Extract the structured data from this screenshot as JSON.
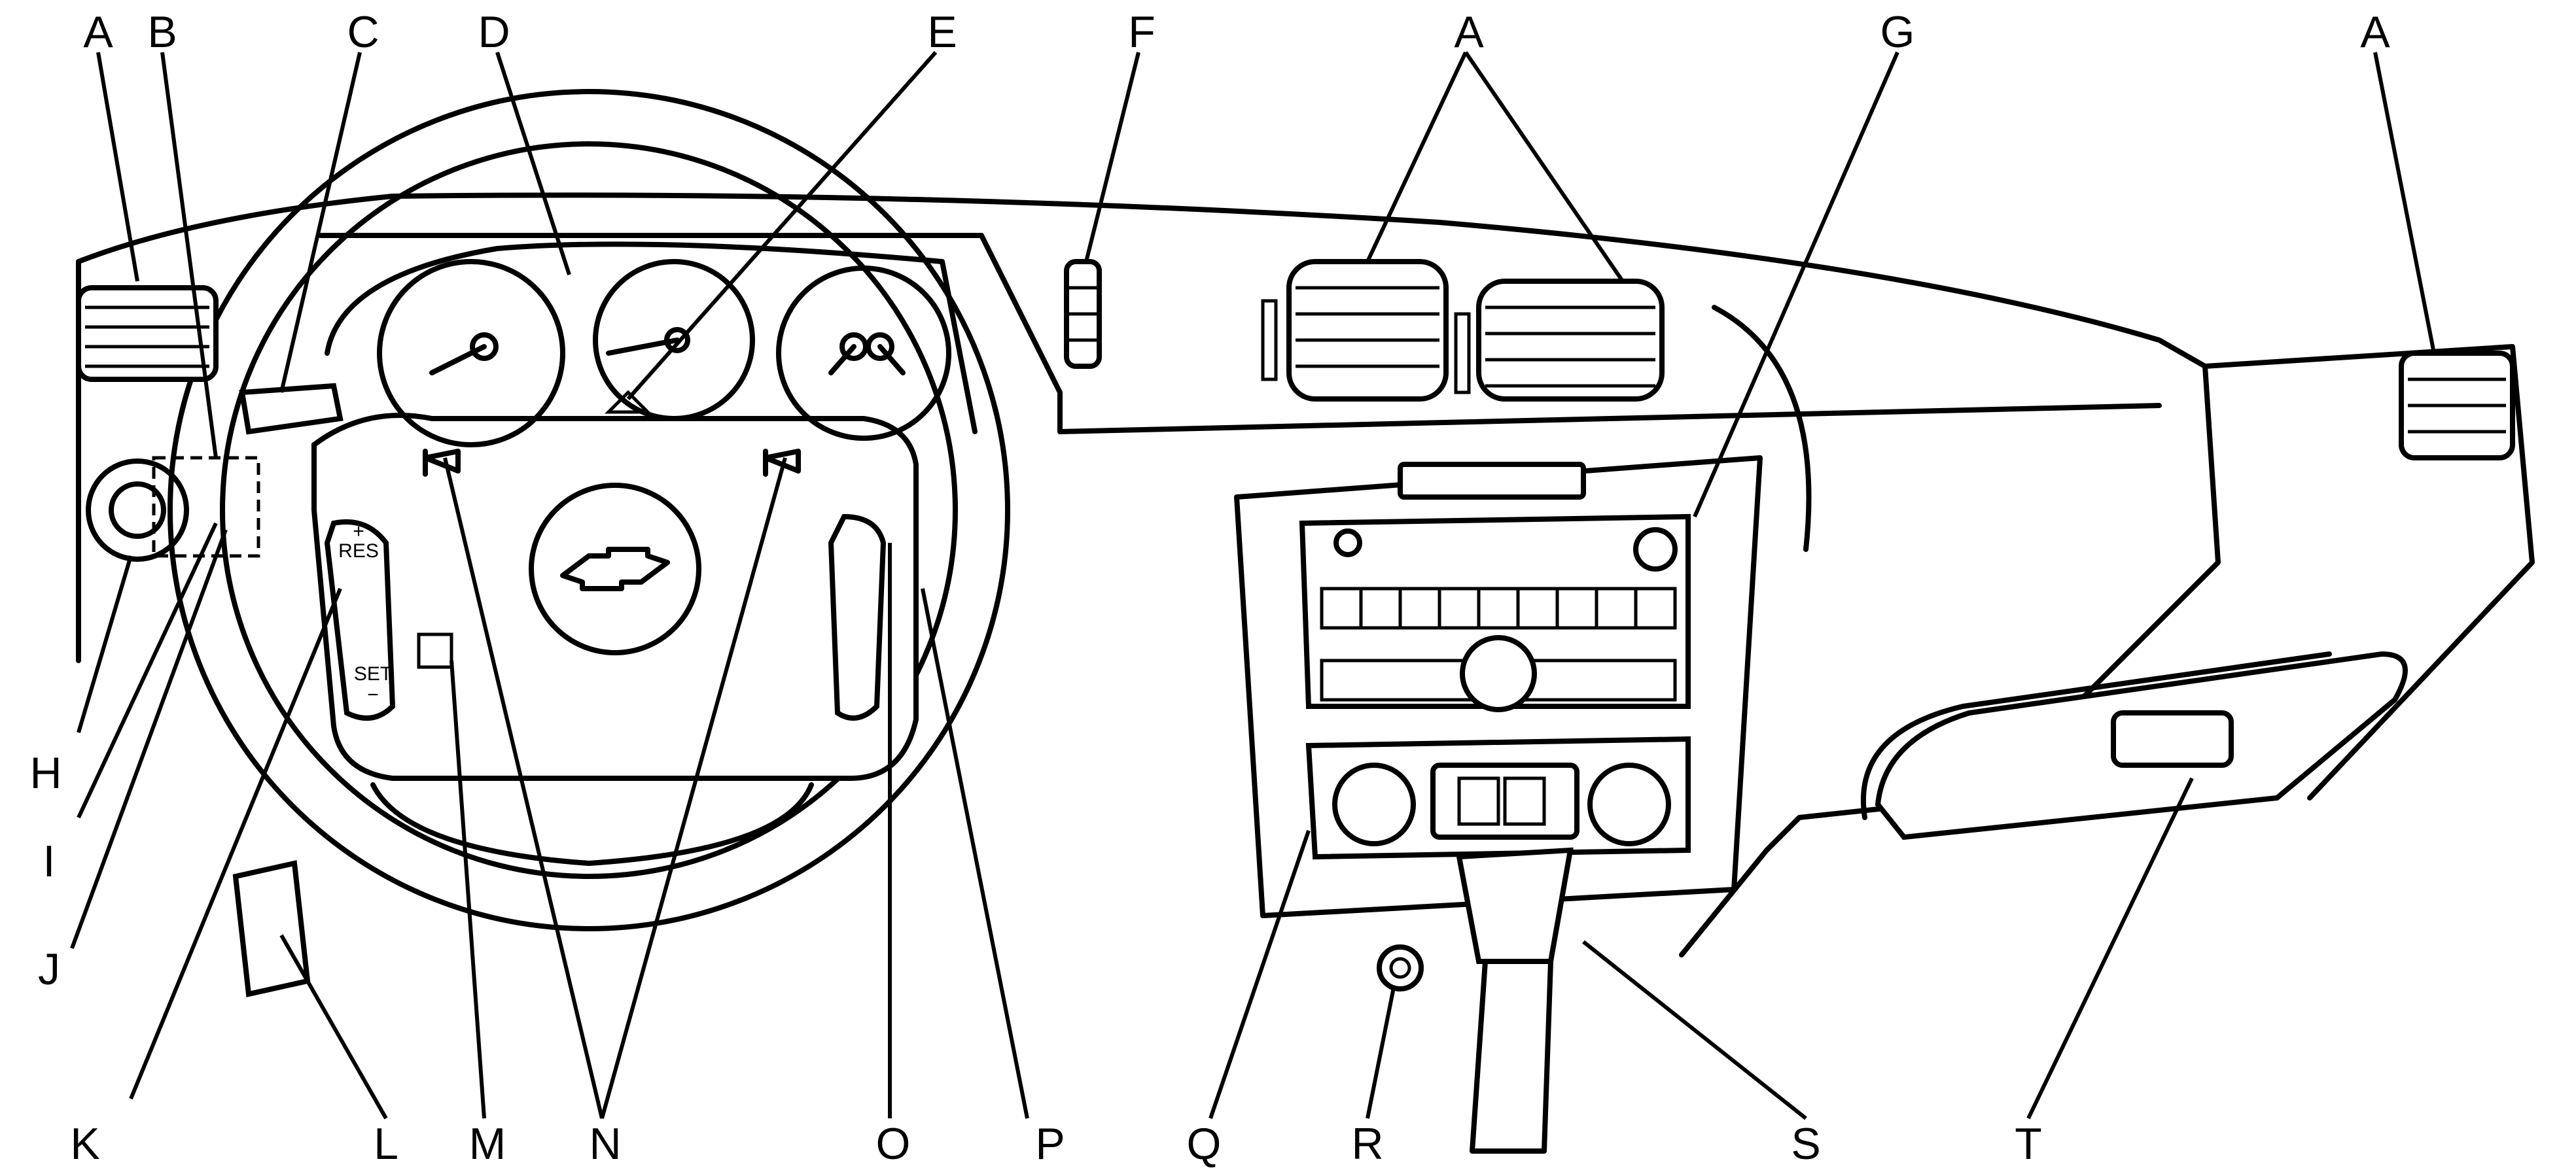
{
  "callouts": {
    "A": "A",
    "B": "B",
    "C": "C",
    "D": "D",
    "E": "E",
    "F": "F",
    "G": "G",
    "H": "H",
    "I": "I",
    "J": "J",
    "K": "K",
    "L": "L",
    "M": "M",
    "N": "N",
    "O": "O",
    "P": "P",
    "Q": "Q",
    "R": "R",
    "S": "S",
    "T": "T"
  },
  "wheel_buttons": {
    "plus": "+",
    "res": "RES",
    "set": "SET",
    "minus": "−"
  }
}
